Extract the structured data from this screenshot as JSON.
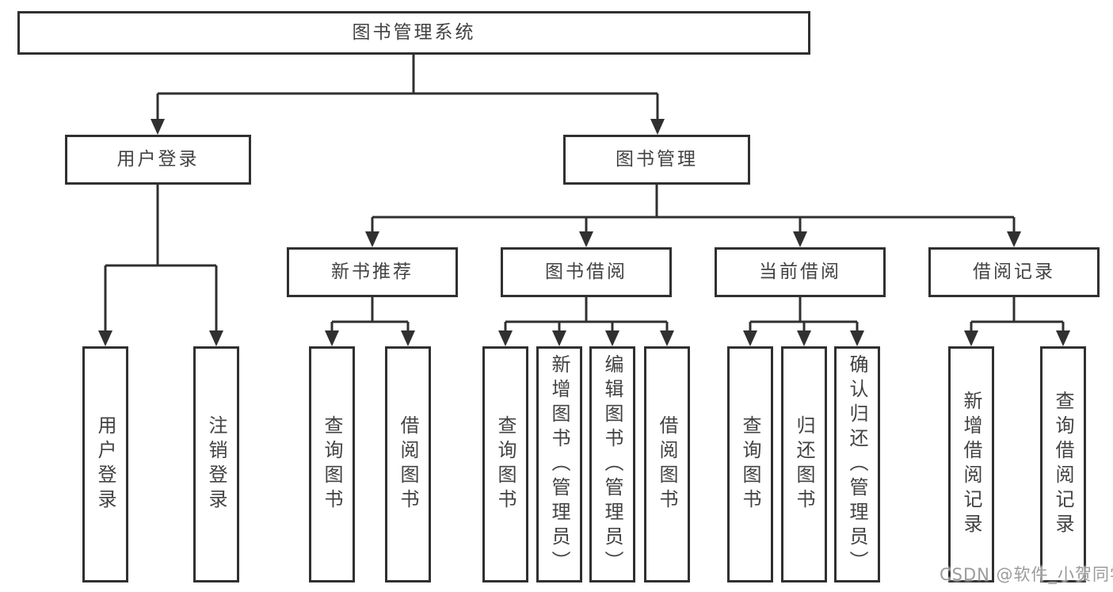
{
  "diagram": {
    "root": {
      "label": "图书管理系统"
    },
    "level2": [
      {
        "label": "用户登录"
      },
      {
        "label": "图书管理"
      }
    ],
    "level3": [
      {
        "label": "新书推荐"
      },
      {
        "label": "图书借阅"
      },
      {
        "label": "当前借阅"
      },
      {
        "label": "借阅记录"
      }
    ],
    "leaves": {
      "user": [
        "用户登录",
        "注销登录"
      ],
      "new_book": [
        "查询图书",
        "借阅图书"
      ],
      "borrow": [
        "查询图书",
        "新增图书（管理员）",
        "编辑图书（管理员）",
        "借阅图书"
      ],
      "current": [
        "查询图书",
        "归还图书",
        "确认归还（管理员）"
      ],
      "records": [
        "新增借阅记录",
        "查询借阅记录"
      ]
    }
  },
  "watermark": {
    "text": "CSDN @软件_小贺同学"
  },
  "colors": {
    "line": "#303030",
    "text": "#424242",
    "background": "#ffffff",
    "watermark": "#9b9b9b"
  }
}
